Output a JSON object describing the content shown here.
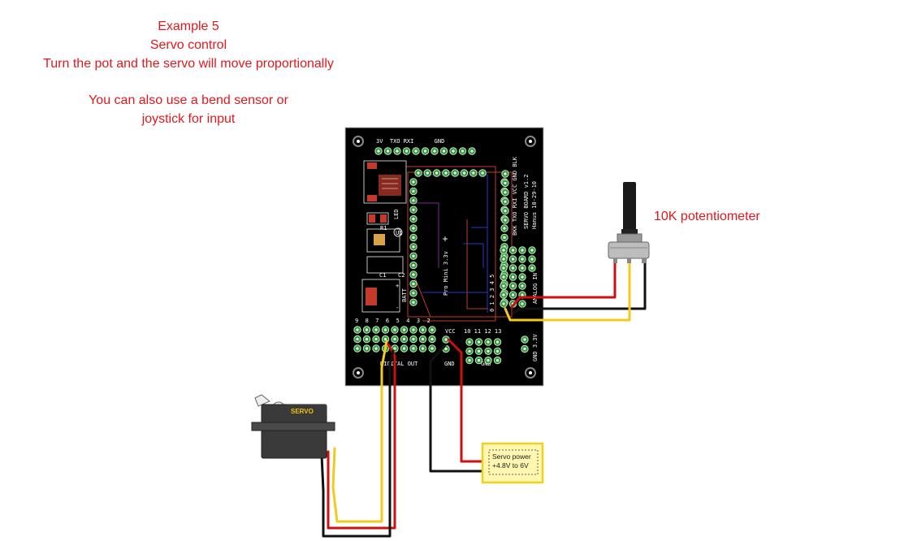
{
  "caption": {
    "title": "Example 5",
    "subtitle": "Servo control",
    "line3": "Turn the pot and the servo will move proportionally",
    "line4": "You can also use a bend sensor or",
    "line5": "joystick for input"
  },
  "pot_label": "10K potentiometer",
  "psu": {
    "line1": "Servo power",
    "line2": "+4.8V to 6V"
  },
  "servo_label": "SERVO",
  "board": {
    "header_top": "3V  TXO RXI      GND",
    "ftdi_header": "BKK TXO RXI VCC GND BLK",
    "board_name": "SERVO BOARD v1.2",
    "board_author": "Hanus 10-29-10",
    "pro_mini": "Pro Mini 3.3v",
    "digital_pins": "9  8  7  6  5  4  3  2",
    "upper_pins": "10 11 12 13",
    "vcc": "VCC",
    "digital_out": "DIGITAL OUT",
    "gnd": "GND",
    "gnd2": "GND",
    "analog_nums": "0 1 2 3 4 5",
    "analog_in": "ANALOG IN",
    "gnd_33": "GND 3.3V",
    "r1": "R1",
    "u1": "U1",
    "led": "LED",
    "c1": "C1",
    "c2": "C2",
    "batt": "BATT",
    "plus": "+",
    "minus": "-"
  },
  "colors": {
    "caption": "#e4171d",
    "board": "#000000",
    "pad": "#2a9a3a",
    "wire_red": "#cc1010",
    "wire_black": "#111111",
    "wire_yellow": "#f2cb1d",
    "psu_fill": "#fff6b0",
    "psu_border": "#f0d21e"
  }
}
